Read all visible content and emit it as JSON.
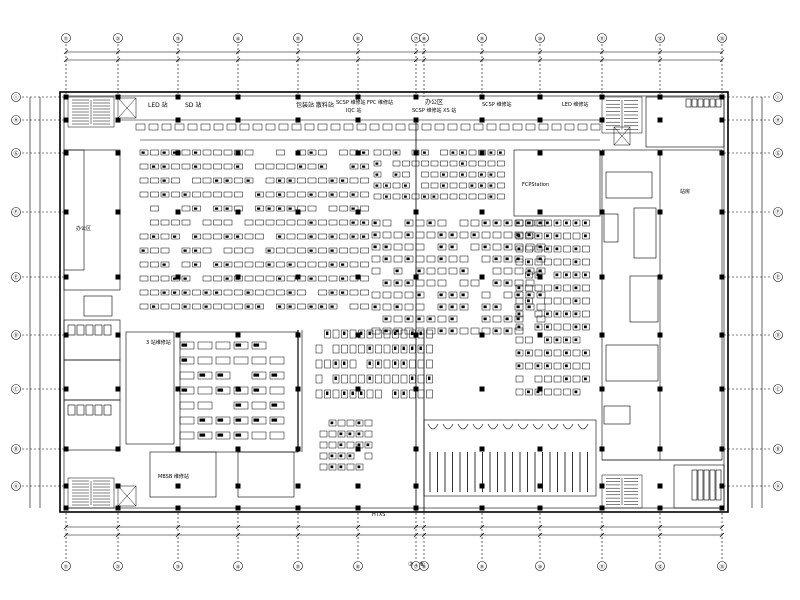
{
  "drawing": {
    "grid_top": [
      "①",
      "②",
      "③",
      "④",
      "⑤",
      "⑥",
      "⑦",
      "⑧",
      "⑨",
      "⑩",
      "⑪",
      "⑫",
      "⑬"
    ],
    "grid_bottom": [
      "①",
      "②",
      "③",
      "④",
      "⑤",
      "⑥",
      "⑦",
      "⑧",
      "⑨",
      "⑩",
      "⑪",
      "⑫",
      "⑬"
    ],
    "grid_left": [
      "Ⓘ",
      "Ⓗ",
      "Ⓖ",
      "Ⓕ",
      "Ⓔ",
      "Ⓓ",
      "Ⓒ",
      "Ⓑ",
      "Ⓐ"
    ],
    "grid_right": [
      "Ⓘ",
      "Ⓗ",
      "Ⓖ",
      "Ⓕ",
      "Ⓔ",
      "Ⓓ",
      "Ⓒ",
      "Ⓑ",
      "Ⓐ"
    ],
    "labels": {
      "top_band_1": "LED 站",
      "top_band_2": "SD 站",
      "top_band_3": "包装站 散料站",
      "top_band_4": "SCSP 维修站 FPC 维修站",
      "top_band_5": "SCSP 维修站 XS 站",
      "top_band_6": "办公区",
      "top_band_7": "SCSP 维修站",
      "top_band_8": "IQC 站",
      "top_band_9": "LED 维修站",
      "office_label": "办公区",
      "mid_left_label": "3 站维修站",
      "bottom_left_label": "MBSB 维修站",
      "bottom_center_label": "HTXS",
      "right_room_1": "站房",
      "right_room_2": "FCPStation",
      "bottom_axis_note": "⑦ - ⑧"
    }
  }
}
